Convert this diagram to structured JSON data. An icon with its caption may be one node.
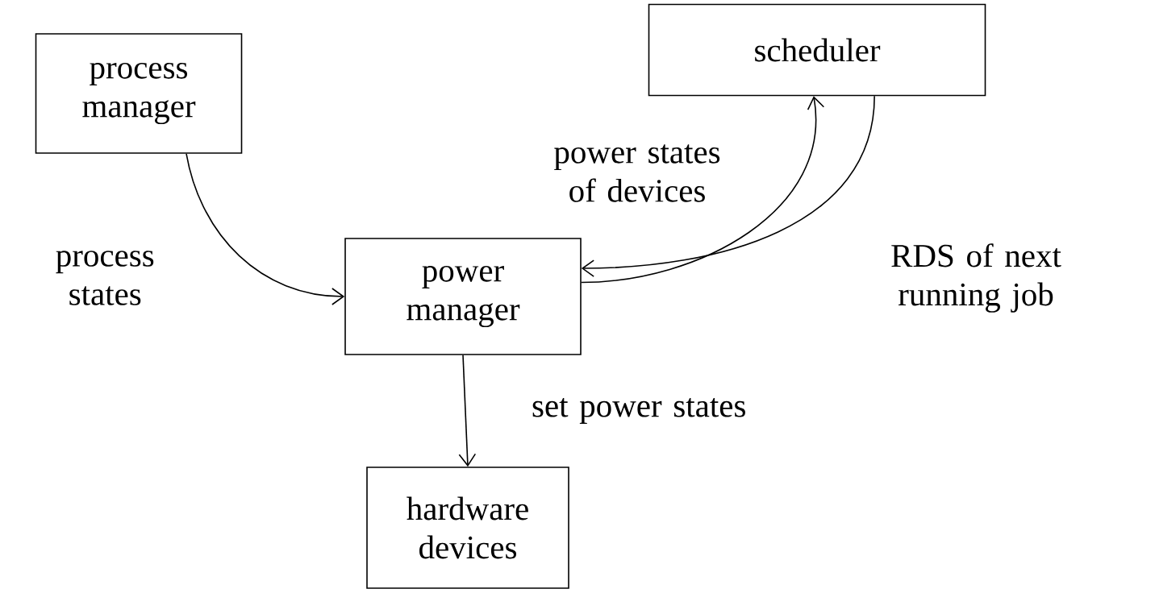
{
  "diagram": {
    "nodes": [
      {
        "text": [
          "process manager"
        ]
      },
      {
        "text": [
          "scheduler"
        ]
      },
      {
        "text": [
          "power manager"
        ]
      },
      {
        "text": [
          "hardware devices"
        ]
      }
    ],
    "edges": [
      {
        "from": 0,
        "to": 2,
        "arrow": "to",
        "label": "process states"
      },
      {
        "from": 2,
        "to": 1,
        "arrow": "to",
        "label": "power states of devices"
      },
      {
        "from": 1,
        "to": 2,
        "arrow": "to",
        "label": "RDS of next running job"
      },
      {
        "from": 2,
        "to": 3,
        "arrow": "to",
        "label": "set power states"
      }
    ]
  }
}
